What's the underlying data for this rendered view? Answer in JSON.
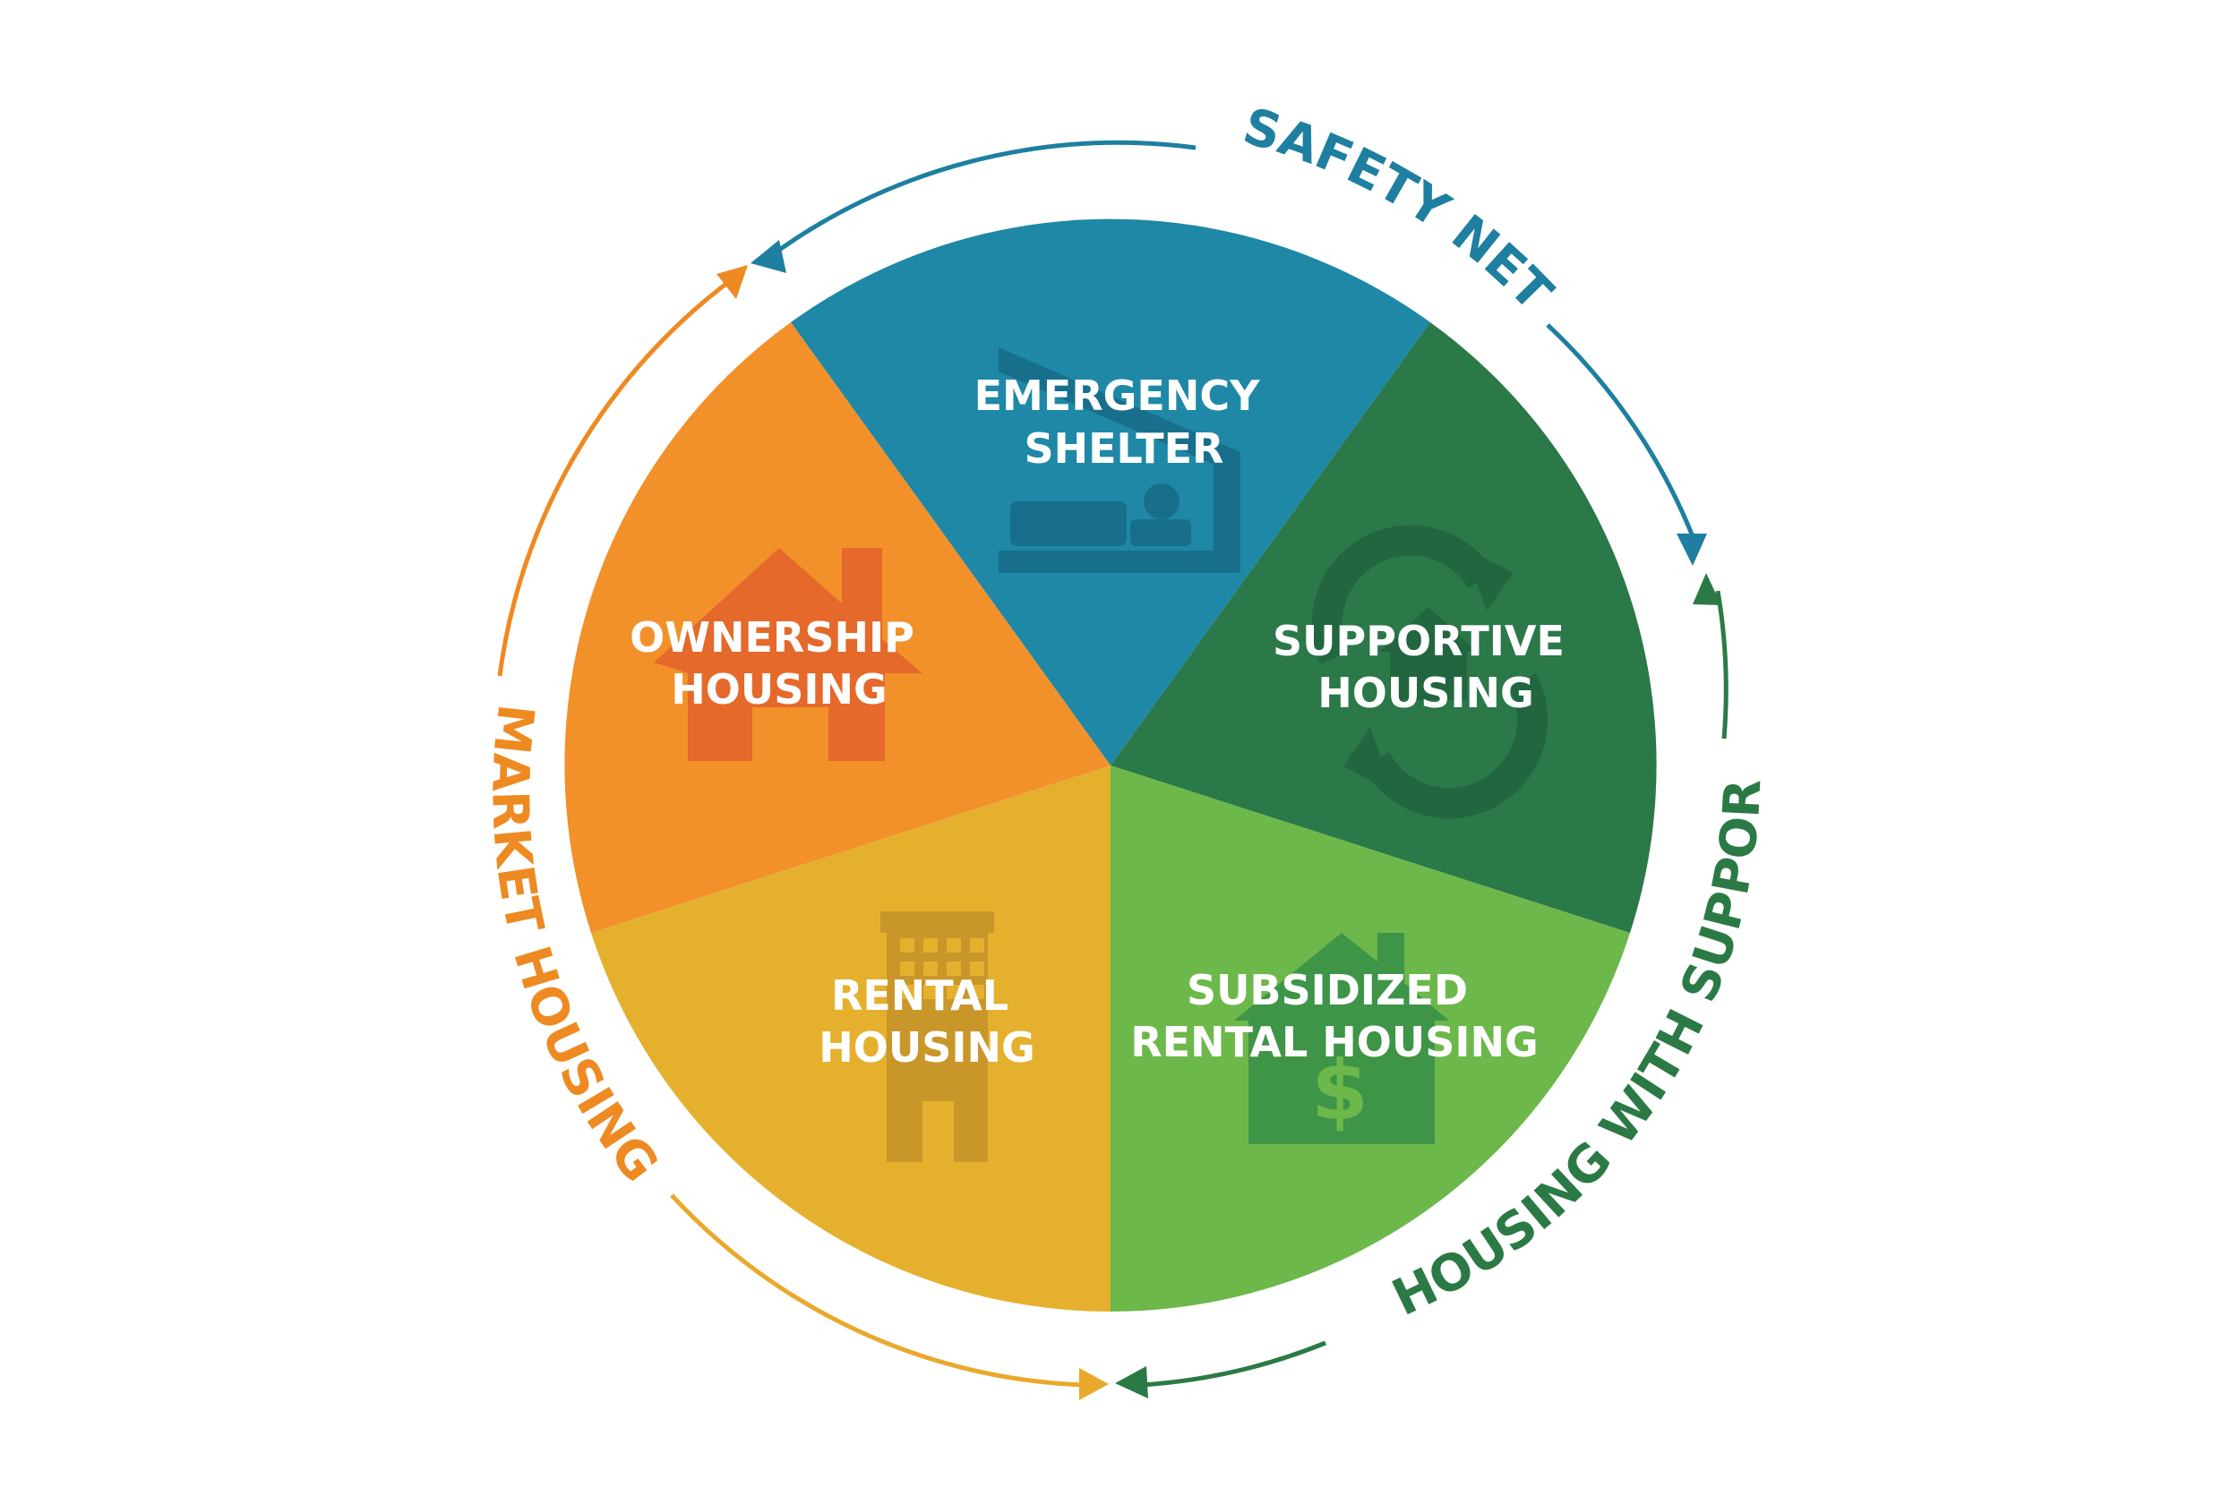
{
  "segments": [
    {
      "id": "emergency",
      "lines": [
        "EMERGENCY",
        "SHELTER"
      ],
      "color": "#1e88a6",
      "icon": "bed-shelter-icon",
      "icon_color": "#176f8c"
    },
    {
      "id": "supportive",
      "lines": [
        "SUPPORTIVE",
        "HOUSING"
      ],
      "color": "#2b7849",
      "icon": "cycle-house-icon",
      "icon_color": "#226640"
    },
    {
      "id": "subsidized",
      "lines": [
        "SUBSIDIZED",
        "RENTAL HOUSING"
      ],
      "color": "#6cb84a",
      "icon": "house-dollar-icon",
      "icon_color": "#3e9447"
    },
    {
      "id": "rental",
      "lines": [
        "RENTAL",
        "HOUSING"
      ],
      "color": "#e5b02e",
      "icon": "apartment-building-icon",
      "icon_color": "#c9962a"
    },
    {
      "id": "ownership",
      "lines": [
        "OWNERSHIP",
        "HOUSING"
      ],
      "color": "#f2912a",
      "icon": "house-icon",
      "icon_color": "#e4692b"
    }
  ],
  "arcs": [
    {
      "id": "safety-net",
      "label": "SAFETY NET",
      "color": "#1e7fa0"
    },
    {
      "id": "housing-with-supports",
      "label": "HOUSING WITH SUPPORTS",
      "color": "#2b7a45"
    },
    {
      "id": "market-housing",
      "label": "MARKET HOUSING",
      "color": "#ee8a22"
    }
  ],
  "connector_color_left": "#e9a92c",
  "label_color": "#ffffff"
}
